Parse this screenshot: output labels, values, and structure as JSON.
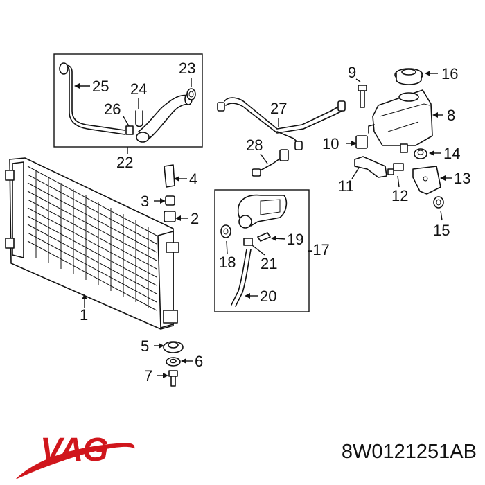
{
  "brand": {
    "name": "VAG",
    "color": "#d0161c"
  },
  "part_number": "8W0121251AB",
  "callouts": {
    "c1": "1",
    "c2": "2",
    "c3": "3",
    "c4": "4",
    "c5": "5",
    "c6": "6",
    "c7": "7",
    "c8": "8",
    "c9": "9",
    "c10": "10",
    "c11": "11",
    "c12": "12",
    "c13": "13",
    "c14": "14",
    "c15": "15",
    "c16": "16",
    "c17": "-17",
    "c18": "18",
    "c19": "19",
    "c20": "20",
    "c21": "21",
    "c22": "22",
    "c23": "23",
    "c24": "24",
    "c25": "25",
    "c26": "26",
    "c27": "27",
    "c28": "28"
  }
}
